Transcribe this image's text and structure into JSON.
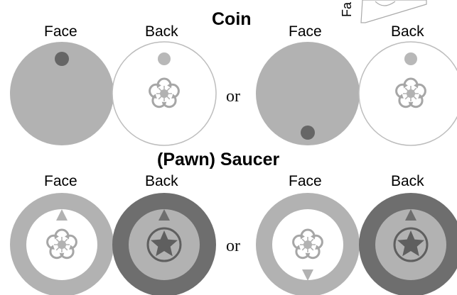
{
  "coin": {
    "title": "Coin",
    "labels": [
      "Face",
      "Back",
      "Face",
      "Back"
    ],
    "separator": "or"
  },
  "saucer": {
    "title": "(Pawn) Saucer",
    "labels": [
      "Face",
      "Back",
      "Face",
      "Back"
    ],
    "separator": "or"
  },
  "corner_fragment": {
    "text": "Fa"
  },
  "colors": {
    "light_gray": "#b2b2b2",
    "dark_gray": "#6e6e6e",
    "dot_dark": "#666666",
    "outline": "#bdbdbd",
    "flower_stroke": "#a6a6a6"
  }
}
